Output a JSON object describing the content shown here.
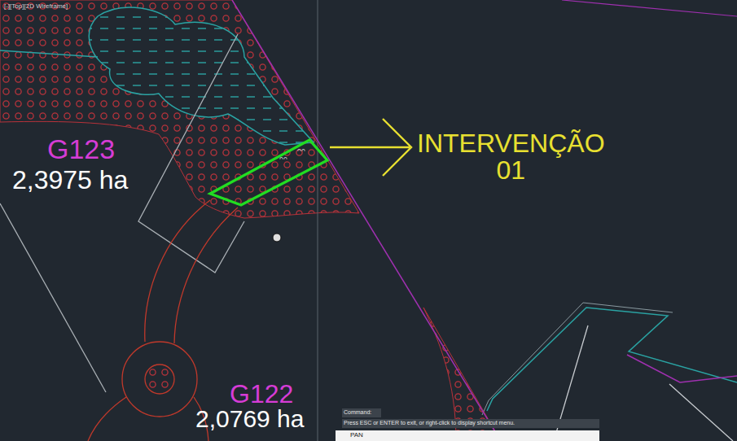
{
  "diagram": {
    "labels": [
      "[-][Top][2D Wireframe]",
      "G123",
      "2,3975 ha",
      "INTERVENÇÃO 01",
      "G122",
      "2,0769 ha",
      "Command:",
      "Press ESC or ENTER to exit, or right-click to display shortcut menu.",
      "PAN"
    ]
  }
}
